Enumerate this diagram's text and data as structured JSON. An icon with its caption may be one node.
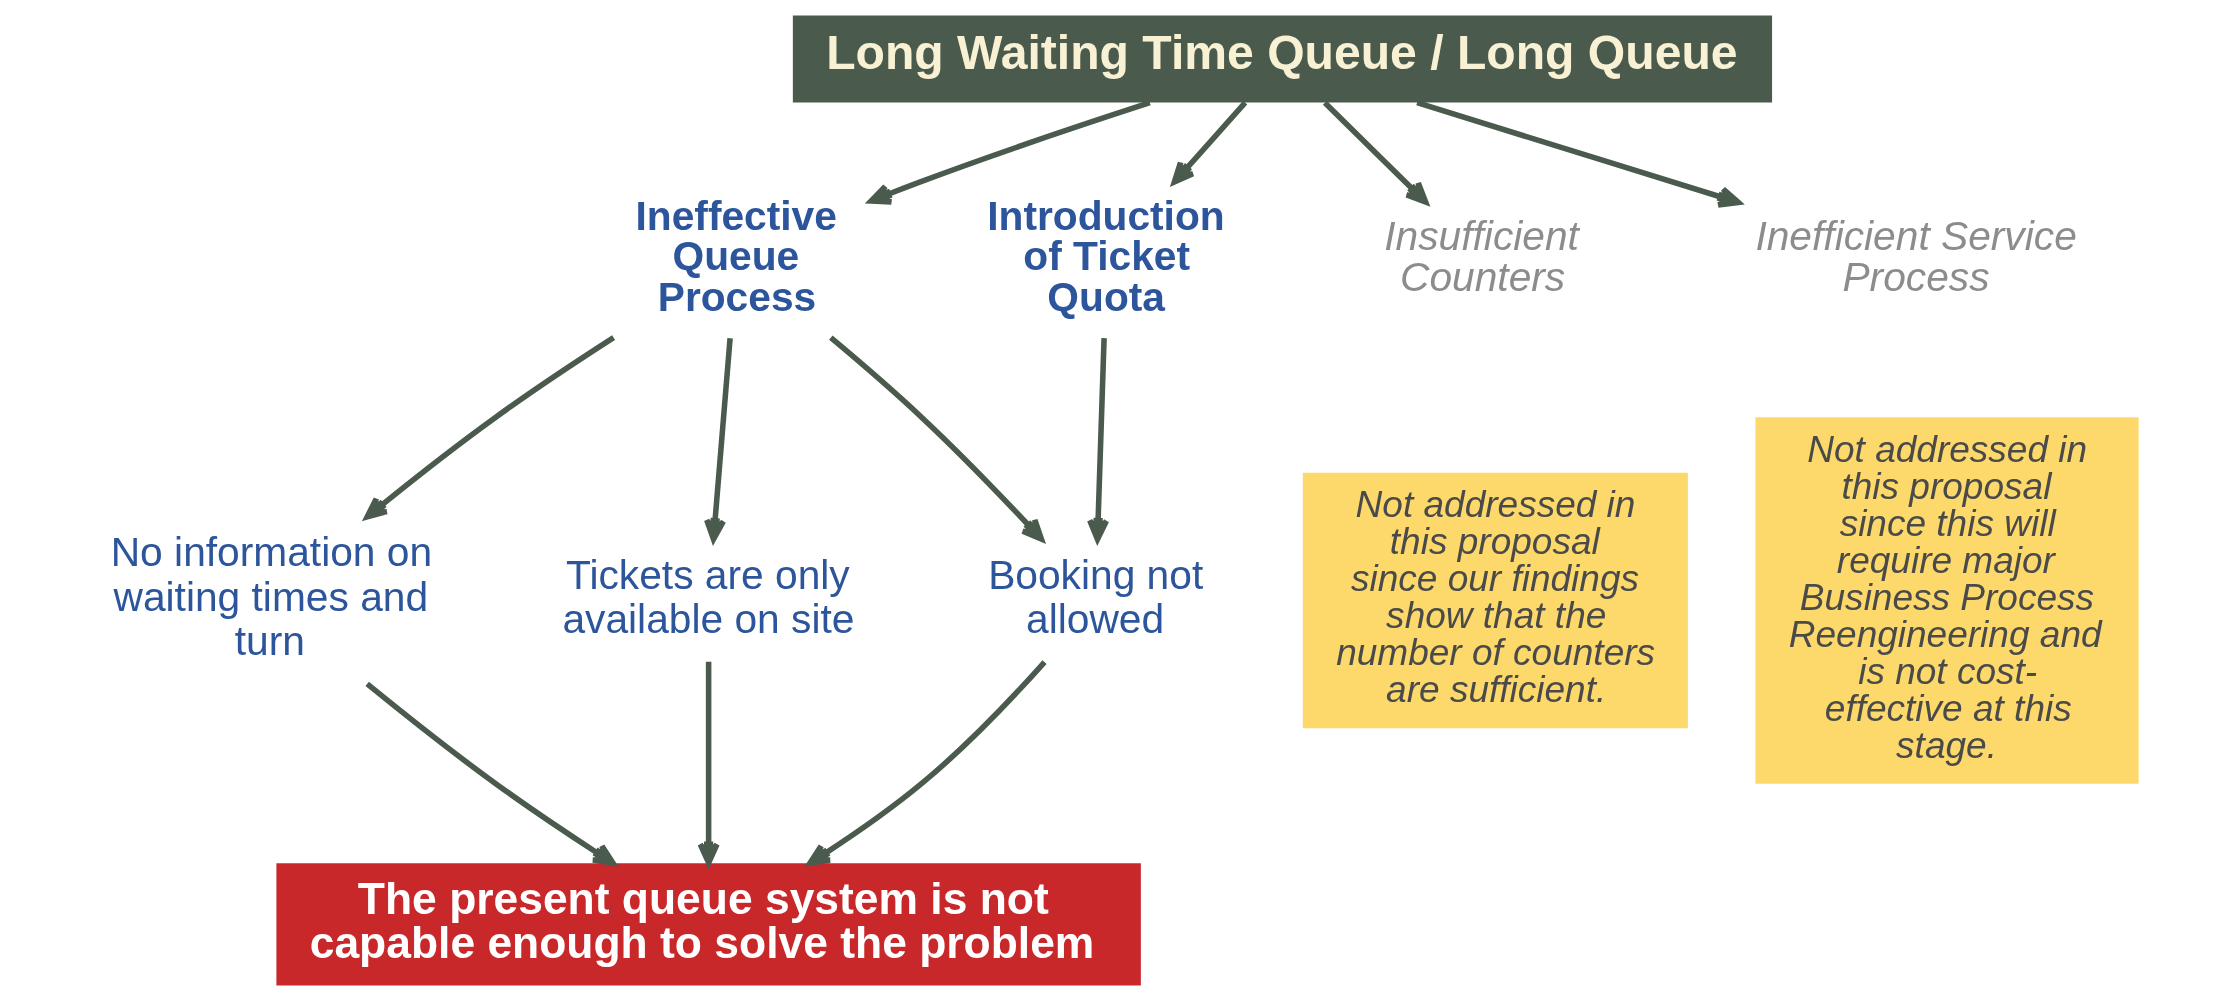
{
  "diagram": {
    "nodes": [
      {
        "text": [
          "Long Waiting Time Queue / Long Queue"
        ]
      },
      {
        "text": [
          "Ineffective Queue Process"
        ]
      },
      {
        "text": [
          "Introduction of Ticket Quota"
        ]
      },
      {
        "text": [
          "Insufficient Counters"
        ]
      },
      {
        "text": [
          "Inefficient Service Process"
        ]
      },
      {
        "text": [
          "Not addressed in this proposal since our findings show that the number of counters are sufficient."
        ]
      },
      {
        "text": [
          "Not addressed in this proposal since this will require major Business Process Reengineering and is not cost-effective at this stage."
        ]
      },
      {
        "text": [
          "No information on waiting times and turn"
        ]
      },
      {
        "text": [
          "Tickets are only available on site"
        ]
      },
      {
        "text": [
          "Booking not allowed"
        ]
      },
      {
        "text": [
          "The present queue system is not capable enough to solve the problem"
        ]
      }
    ],
    "edges": [
      {
        "from": 0,
        "to": 1,
        "arrow": "to"
      },
      {
        "from": 0,
        "to": 2,
        "arrow": "to"
      },
      {
        "from": 0,
        "to": 3,
        "arrow": "to"
      },
      {
        "from": 0,
        "to": 4,
        "arrow": "to"
      },
      {
        "from": 1,
        "to": 7,
        "arrow": "to"
      },
      {
        "from": 1,
        "to": 8,
        "arrow": "to"
      },
      {
        "from": 1,
        "to": 9,
        "arrow": "to"
      },
      {
        "from": 2,
        "to": 9,
        "arrow": "to"
      },
      {
        "from": 7,
        "to": 10,
        "arrow": "to"
      },
      {
        "from": 8,
        "to": 10,
        "arrow": "to"
      },
      {
        "from": 9,
        "to": 10,
        "arrow": "to"
      }
    ]
  }
}
